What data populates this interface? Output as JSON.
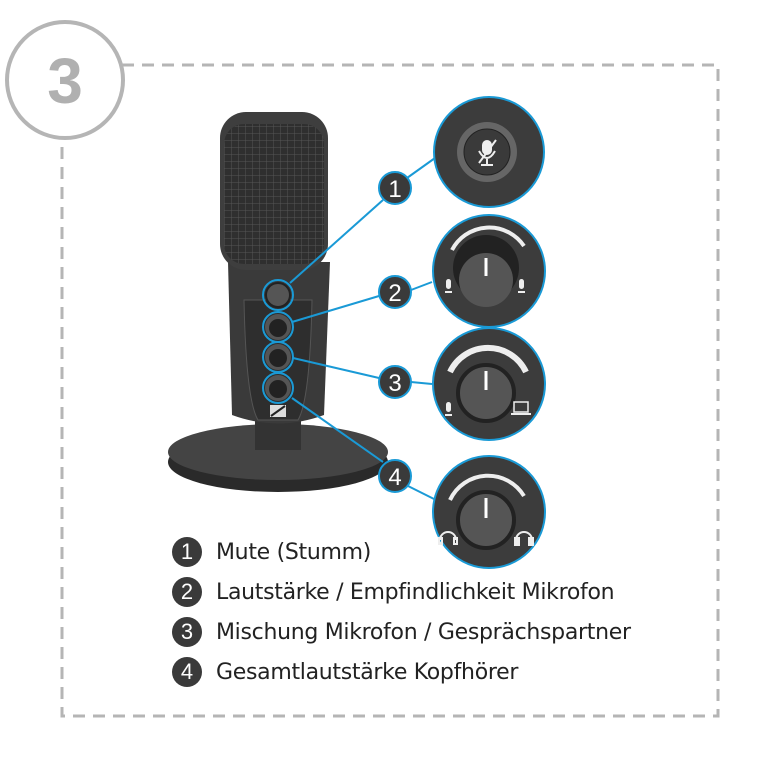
{
  "step_number": "3",
  "callouts": [
    "1",
    "2",
    "3",
    "4"
  ],
  "legend": [
    {
      "num": "1",
      "label": "Mute (Stumm)"
    },
    {
      "num": "2",
      "label": "Lautstärke / Empfindlichkeit Mikrofon"
    },
    {
      "num": "3",
      "label": "Mischung Mikrofon / Gesprächspartner"
    },
    {
      "num": "4",
      "label": "Gesamtlautstärke Kopfhörer"
    }
  ],
  "colors": {
    "accent": "#1a9ad6",
    "frame": "#b5b5b5",
    "device": "#3c3c3c"
  }
}
